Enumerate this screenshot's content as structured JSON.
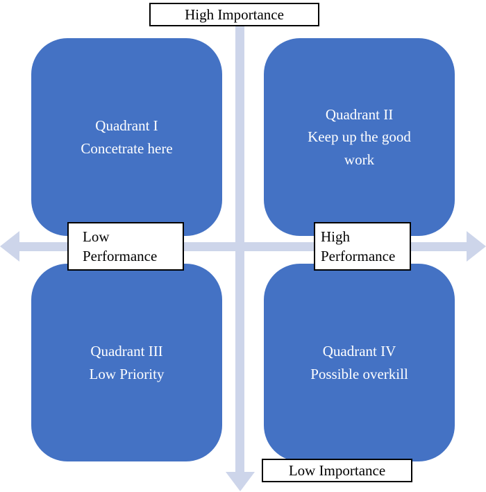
{
  "diagram": {
    "type": "importance-performance-matrix"
  },
  "axis_labels": {
    "top": "High Importance",
    "bottom": "Low Importance",
    "left_line1": "Low",
    "left_line2": "Performance",
    "right_line1": "High",
    "right_line2": "Performance"
  },
  "quadrants": [
    {
      "title": "Quadrant I",
      "subtitle": "Concetrate here"
    },
    {
      "title": "Quadrant II",
      "subtitle": "Keep up the good work"
    },
    {
      "title": "Quadrant III",
      "subtitle": "Low Priority"
    },
    {
      "title": "Quadrant IV",
      "subtitle": "Possible overkill"
    }
  ],
  "colors": {
    "quadrant": "#4472C4",
    "quadrant_text": "#FFFFFF",
    "arrow": "#CDD5EA",
    "label_border": "#000000",
    "label_bg": "#FFFFFF"
  }
}
